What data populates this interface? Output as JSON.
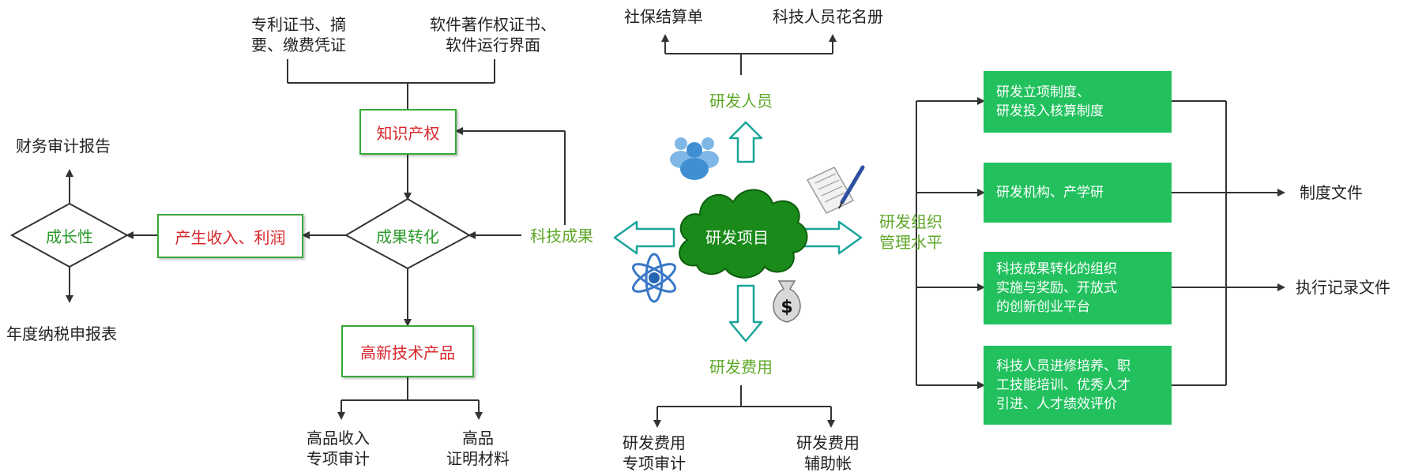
{
  "left": {
    "patent_docs": "专利证书、摘\n要、缴费凭证",
    "software_docs": "软件著作权证书、\n软件运行界面",
    "ip": "知识产权",
    "transform": "成果转化",
    "income": "产生收入、利润",
    "growth": "成长性",
    "audit_report": "财务审计报告",
    "tax_report": "年度纳税申报表",
    "hitech_product": "高新技术产品",
    "income_audit": "高品收入\n专项审计",
    "proof": "高品\n证明材料"
  },
  "center": {
    "project": "研发项目",
    "personnel": "研发人员",
    "achievements": "科技成果",
    "expenses": "研发费用",
    "org_level": "研发组织\n管理水平",
    "social_security": "社保结算单",
    "roster": "科技人员花名册",
    "expense_audit": "研发费用\n专项审计",
    "aux_ledger": "研发费用\n辅助帐"
  },
  "right": {
    "boxes": [
      "研发立项制度、\n研发投入核算制度",
      "研发机构、产学研",
      "科技成果转化的组织\n实施与奖励、开放式\n的创新创业平台",
      "科技人员进修培养、职\n工技能培训、优秀人才\n引进、人才绩效评价"
    ],
    "policy_docs": "制度文件",
    "exec_docs": "执行记录文件"
  },
  "icons": [
    "people-icon",
    "document-pen-icon",
    "atom-icon",
    "money-bag-icon"
  ],
  "colors": {
    "green_box": "#22c15e",
    "red_text": "#d7262b",
    "green_text": "#5fa829",
    "teal": "#1aa59a",
    "cloud": "#1a8a1a"
  }
}
